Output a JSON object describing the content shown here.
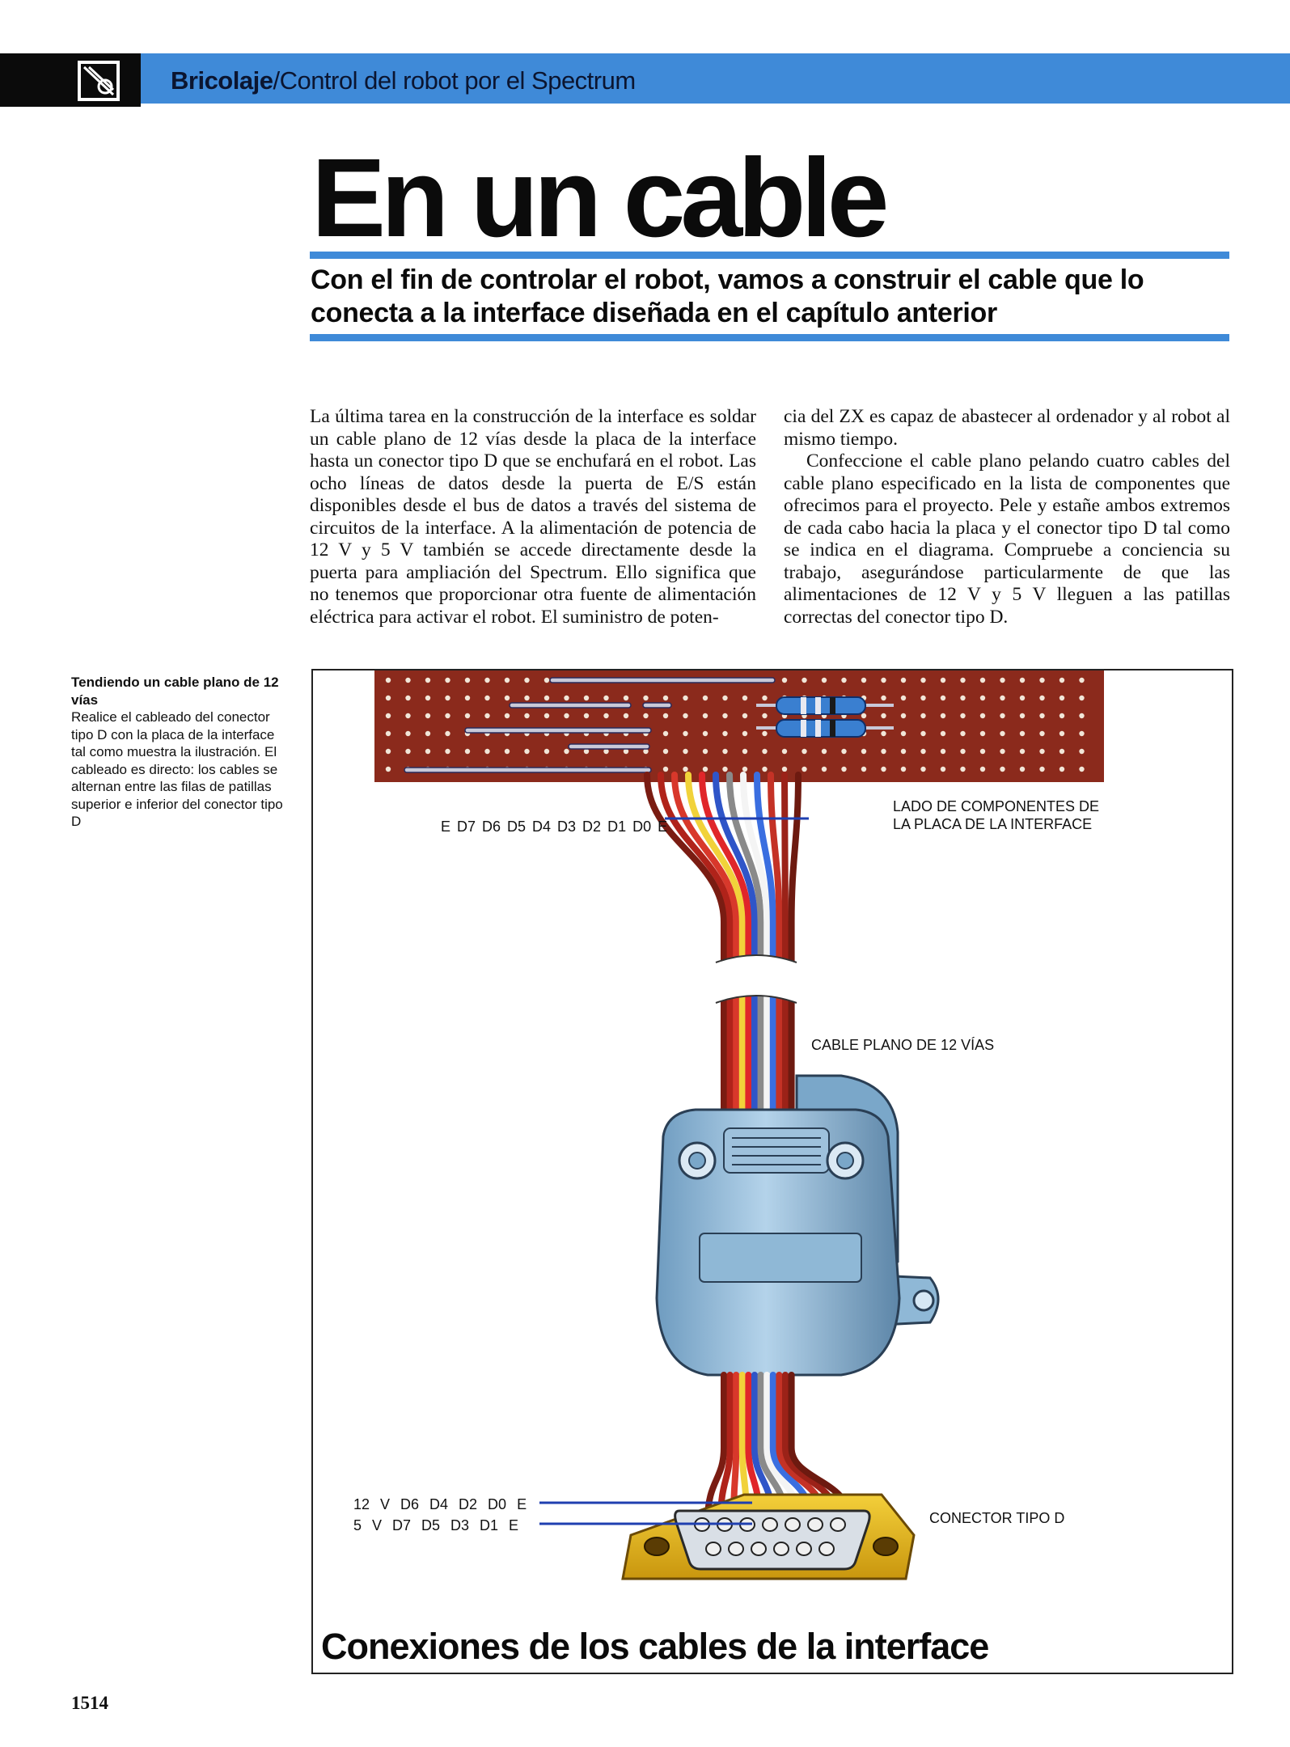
{
  "header": {
    "section": "Bricolaje",
    "topic": "/Control del robot por el Spectrum"
  },
  "title": "En un cable",
  "subtitle": "Con el fin de controlar el robot, vamos a construir el cable que lo conecta a la interface diseñada en el capítulo anterior",
  "body": {
    "col1": "La última tarea en la construcción de la interface es soldar un cable plano de 12 vías desde la placa de la interface hasta un conector tipo D que se enchufará en el robot. Las ocho líneas de datos desde la puerta de E/S están disponibles desde el bus de datos a través del sistema de circuitos de la interface. A la alimentación de potencia de 12 V y 5 V también se accede directamente desde la puerta para ampliación del Spectrum. Ello significa que no tenemos que proporcionar otra fuente de alimentación eléctrica para activar el robot. El suministro de poten-",
    "col2_p1": "cia del ZX es capaz de abastecer al ordenador y al robot al mismo tiempo.",
    "col2_p2": "Confeccione el cable plano pelando cuatro cables del cable plano especificado en la lista de componentes que ofrecimos para el proyecto. Pele y estañe ambos extremos de cada cabo hacia la placa y el conector tipo D tal como se indica en el diagrama. Compruebe a conciencia su trabajo, asegurándose particularmente de que las alimentaciones de 12 V y 5 V lleguen a las patillas correctas del conector tipo D."
  },
  "caption": {
    "title": "Tendiendo un cable plano de 12 vías",
    "text": "Realice el cableado del conector tipo D con la placa de la interface tal como muestra la ilustración. El cableado es directo: los cables se alternan entre las filas de patillas superior e inferior del conector tipo D"
  },
  "figure": {
    "label_data_lines": "E D7 D6 D5 D4 D3 D2 D1 D0 E",
    "label_component_side": "LADO DE COMPONENTES DE LA PLACA DE LA INTERFACE",
    "label_cable": "CABLE PLANO DE 12 VÍAS",
    "label_connector": "CONECTOR TIPO D",
    "pin_row_top": "12 V D6 D4 D2 D0 E",
    "pin_row_bottom": "5 V D7 D5 D3 D1 E",
    "title": "Conexiones de los cables de la interface",
    "colors": {
      "board": "#8b2a1c",
      "connector_shell": "#8fb8d6",
      "connector_plate": "#e8b820",
      "leader_line": "#1f3fb0"
    }
  },
  "page_number": "1514"
}
